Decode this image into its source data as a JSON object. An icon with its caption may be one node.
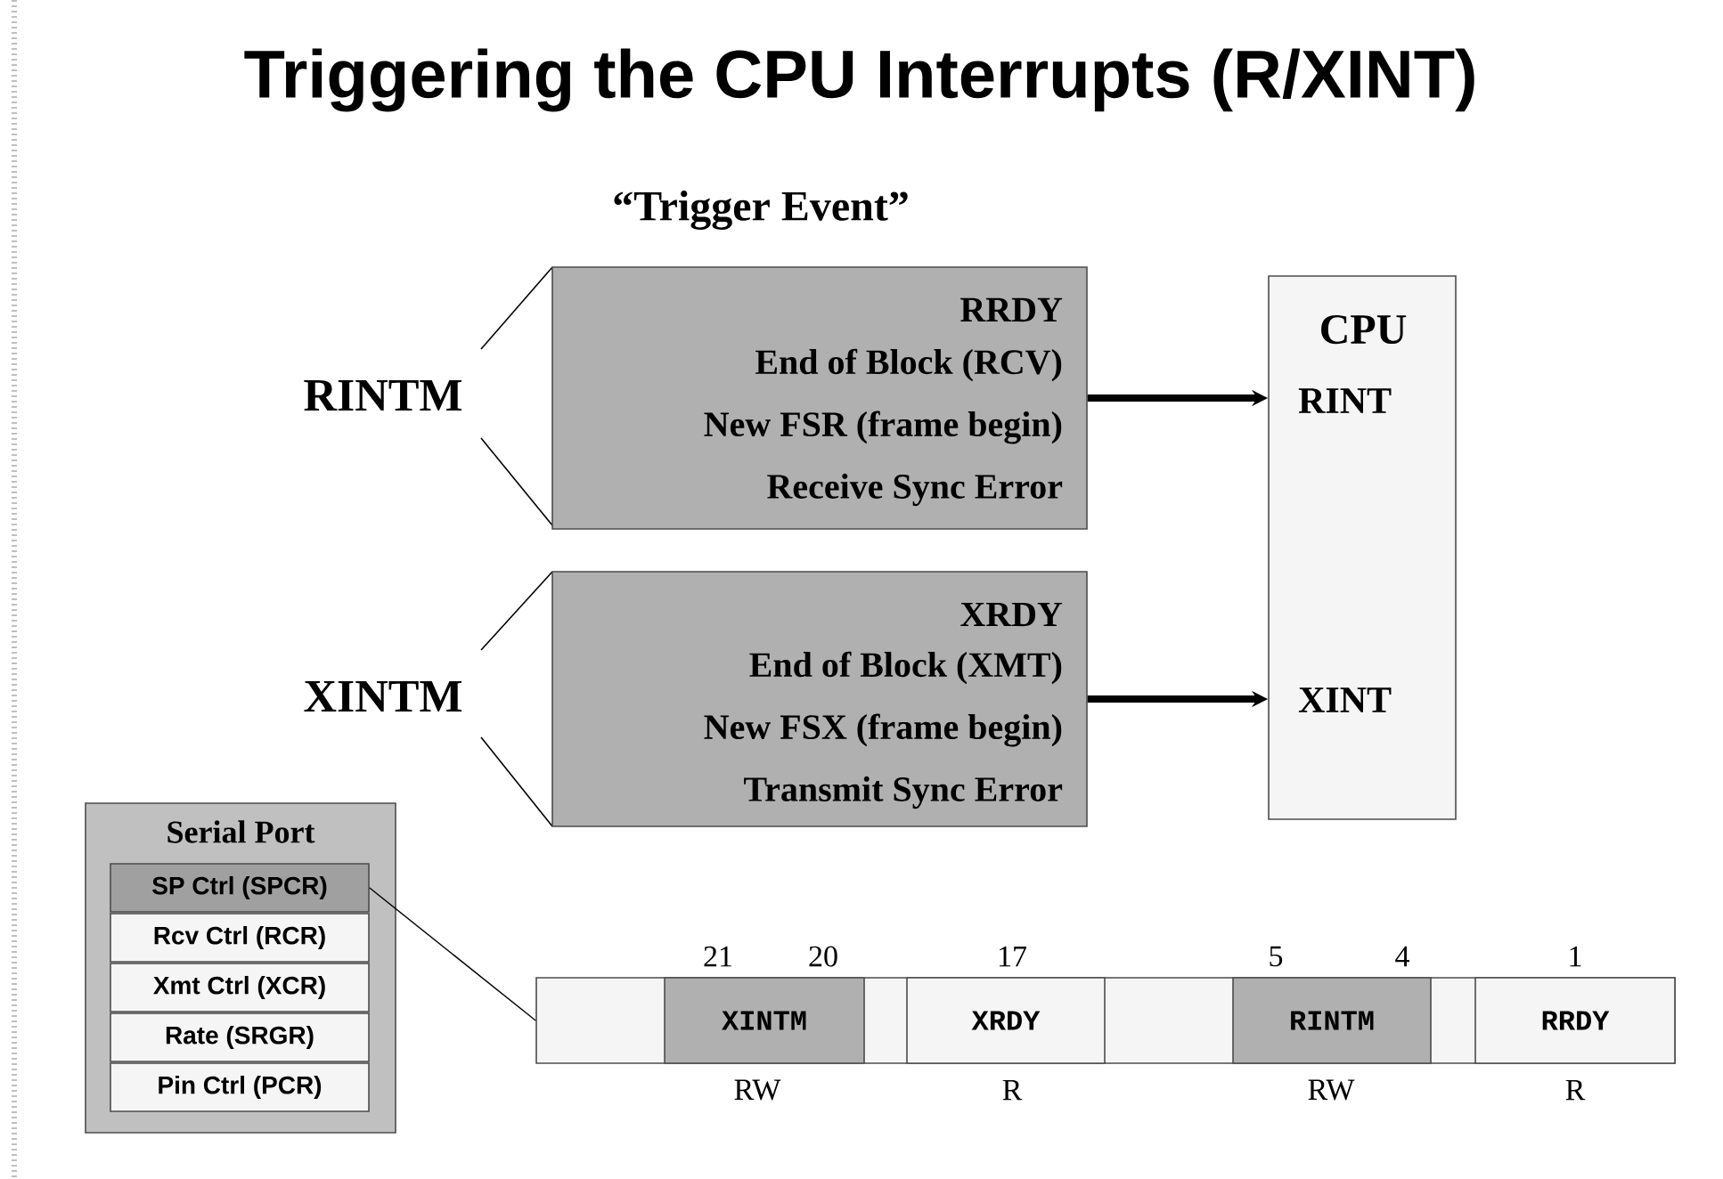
{
  "diagram": {
    "title": "Triggering the CPU Interrupts (R/XINT)",
    "nodes": [
      {
        "text": [
          "RRDY",
          "End of Block (RCV)",
          "New FSR (frame begin)",
          "Receive Sync Error"
        ]
      },
      {
        "text": [
          "XRDY",
          "End of Block (XMT)",
          "New FSX (frame begin)",
          "Transmit Sync Error"
        ]
      },
      {
        "text": [
          "CPU",
          "RINT",
          "XINT"
        ]
      },
      {
        "text": [
          "Serial Port"
        ]
      },
      {
        "text": [
          "SP Ctrl (SPCR)"
        ],
        "in": 3
      },
      {
        "text": [
          "Rcv Ctrl (RCR)"
        ],
        "in": 3
      },
      {
        "text": [
          "Xmt Ctrl (XCR)"
        ],
        "in": 3
      },
      {
        "text": [
          "Rate (SRGR)"
        ],
        "in": 3
      },
      {
        "text": [
          "Pin Ctrl (PCR)"
        ],
        "in": 3
      },
      {
        "text": [],
        "shape": "bar"
      },
      {
        "text": [
          "XINTM"
        ],
        "in": 9,
        "beside": [
          "21",
          "20",
          "RW"
        ]
      },
      {
        "text": [
          "XRDY"
        ],
        "in": 9,
        "beside": [
          "17",
          "R"
        ]
      },
      {
        "text": [
          "RINTM"
        ],
        "in": 9,
        "beside": [
          "5",
          "4",
          "RW"
        ]
      },
      {
        "text": [
          "RRDY"
        ],
        "in": 9,
        "beside": [
          "1",
          "R"
        ]
      }
    ],
    "edges": [
      {
        "from": 0,
        "to": 2,
        "arrow": "to"
      },
      {
        "from": 1,
        "to": 2,
        "arrow": "to"
      },
      {
        "from": 4,
        "to": 9,
        "arrow": "none"
      }
    ],
    "labels": [
      "“Trigger Event”",
      "RINTM",
      "XINTM"
    ]
  }
}
